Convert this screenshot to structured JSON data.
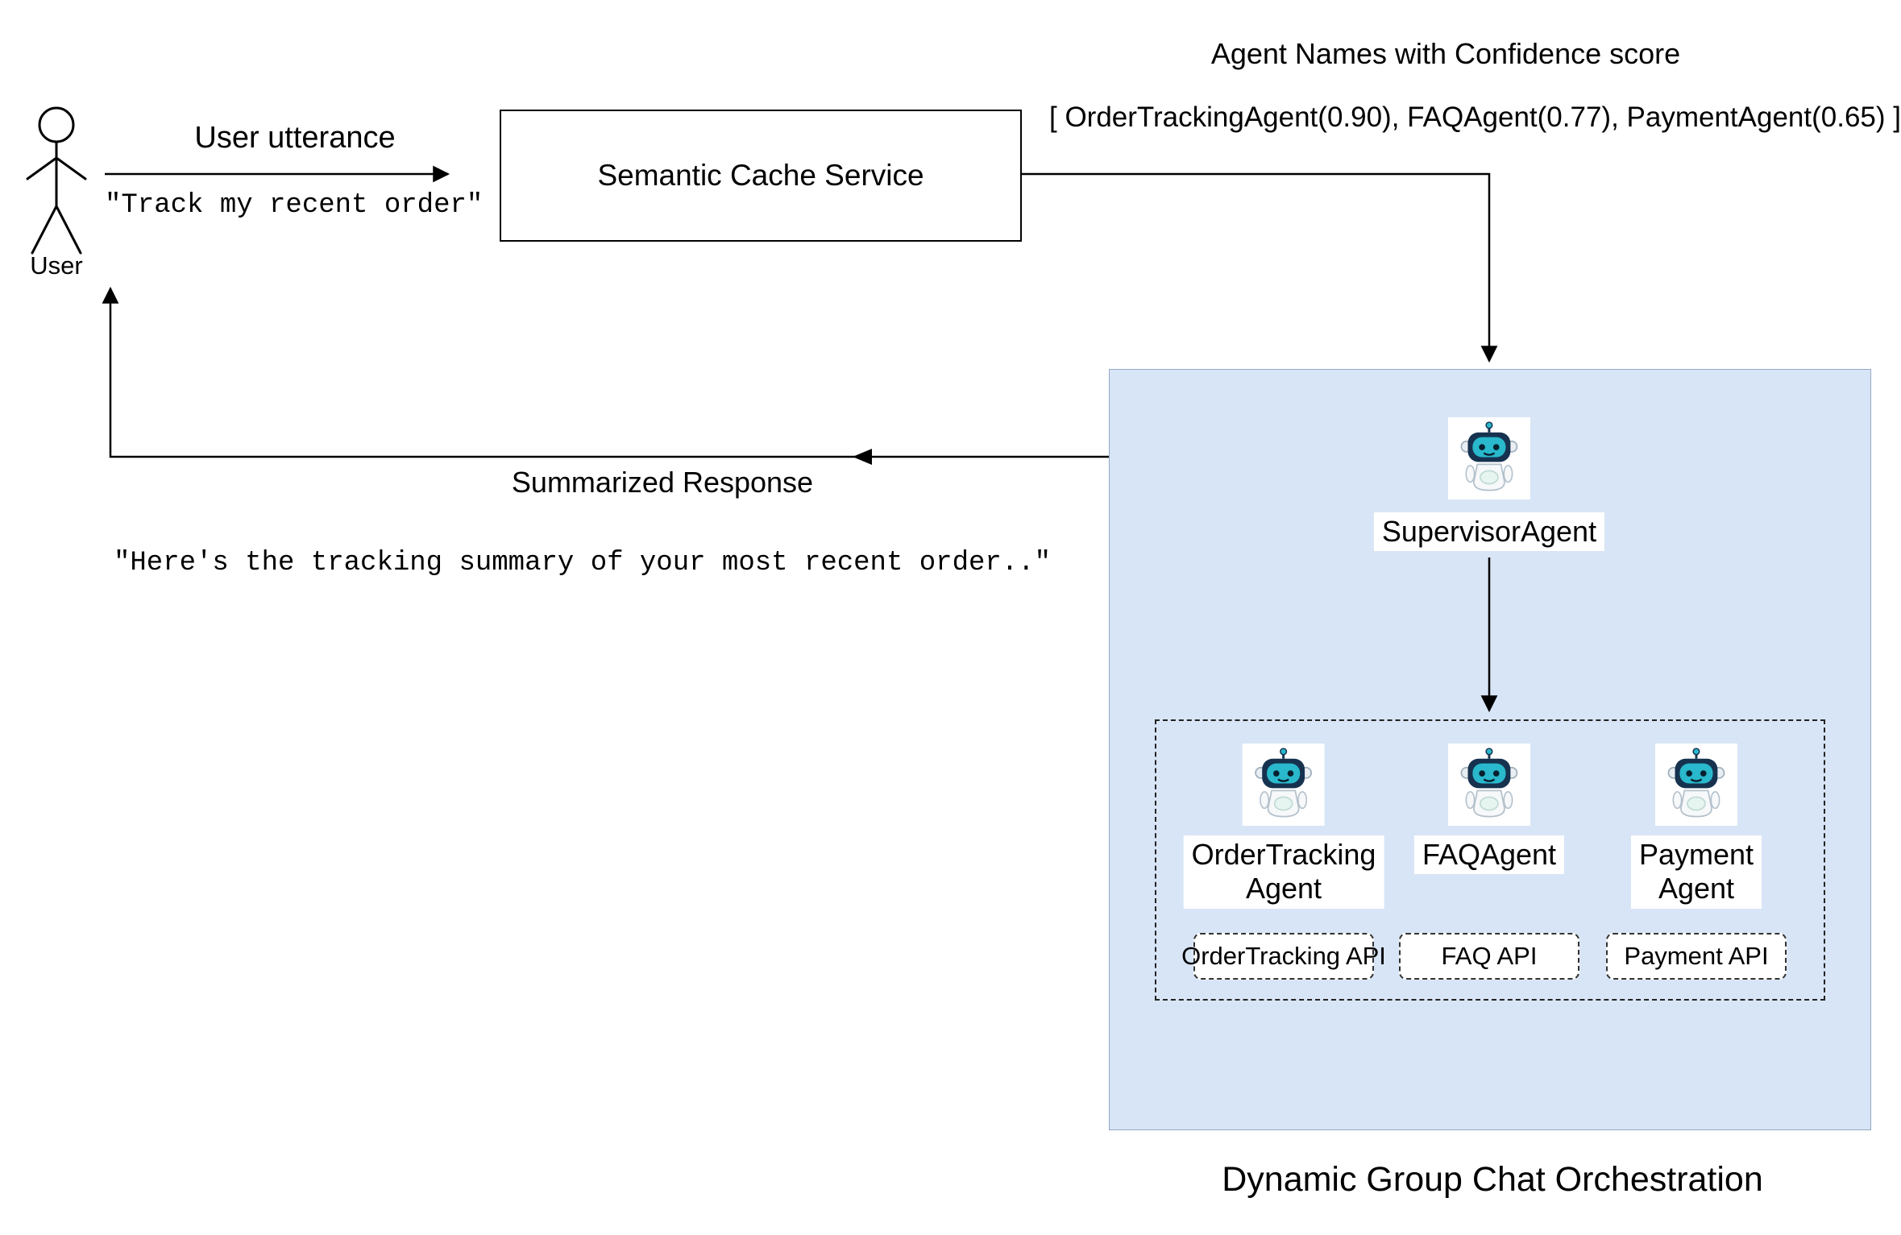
{
  "user": {
    "label": "User"
  },
  "request": {
    "label": "User utterance",
    "quote": "\"Track my recent order\""
  },
  "cache": {
    "label": "Semantic Cache Service"
  },
  "confidence": {
    "title": "Agent Names with Confidence score",
    "list": "[ OrderTrackingAgent(0.90), FAQAgent(0.77), PaymentAgent(0.65) ]"
  },
  "response": {
    "label": "Summarized Response",
    "quote": "\"Here's the tracking summary of your most recent order..\""
  },
  "orchestration": {
    "title": "Dynamic Group Chat Orchestration",
    "supervisor": "SupervisorAgent",
    "agents": [
      {
        "name": "OrderTracking Agent",
        "api": "OrderTracking API"
      },
      {
        "name": "FAQAgent",
        "api": "FAQ API"
      },
      {
        "name": "Payment Agent",
        "api": "Payment API"
      }
    ]
  },
  "icons": {
    "user": "stick-figure",
    "supervisor": "robot",
    "agent": "robot"
  },
  "colors": {
    "orchestration_fill": "#d8e5f6",
    "orchestration_border": "#93a9c4",
    "line": "#000000",
    "robot_head": "#16324f",
    "robot_face": "#29b8cc"
  }
}
